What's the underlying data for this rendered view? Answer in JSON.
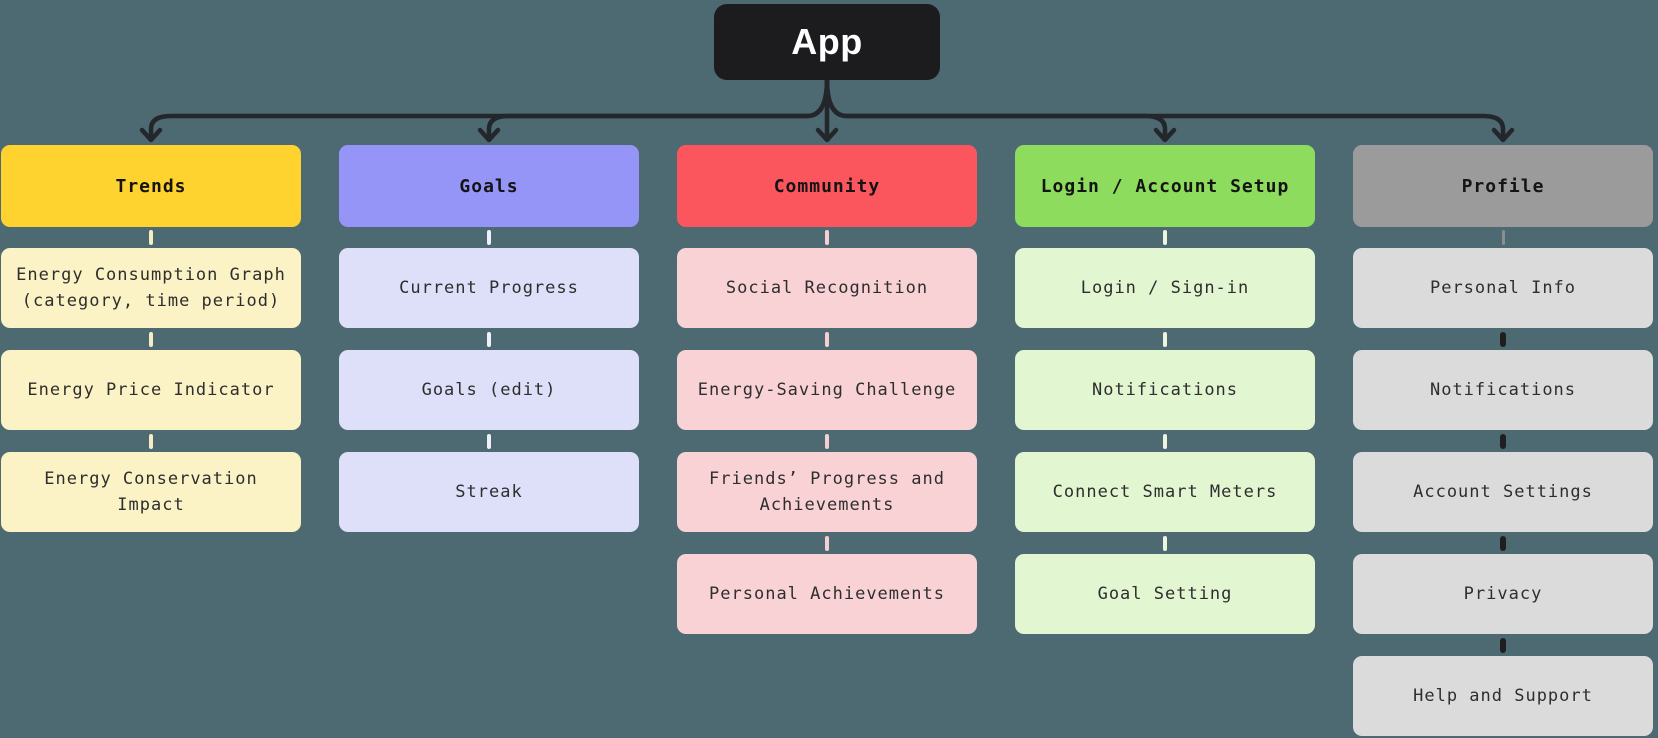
{
  "diagram": {
    "root": {
      "label": "App"
    },
    "columns": [
      {
        "title": "Trends",
        "items": [
          "Energy Consumption Graph (category, time period)",
          "Energy Price Indicator",
          "Energy Conservation Impact"
        ],
        "colors": {
          "header_bg": "#ffd32f",
          "item_bg": "#fbf2c5",
          "dash": "#f6edc3",
          "dash_first": "#f6edc3"
        }
      },
      {
        "title": "Goals",
        "items": [
          "Current Progress",
          "Goals (edit)",
          "Streak"
        ],
        "colors": {
          "header_bg": "#9495f6",
          "item_bg": "#dedff8",
          "dash": "#f0f0fb",
          "dash_first": "#f0f0fb"
        }
      },
      {
        "title": "Community",
        "items": [
          "Social Recognition",
          "Energy-Saving Challenge",
          "Friends’ Progress and Achievements",
          "Personal Achievements"
        ],
        "colors": {
          "header_bg": "#fb565e",
          "item_bg": "#f9d2d6",
          "dash": "#f7ced3",
          "dash_first": "#f7ced3"
        }
      },
      {
        "title": "Login / Account Setup",
        "items": [
          "Login / Sign-in",
          "Notifications",
          "Connect Smart Meters",
          "Goal Setting"
        ],
        "colors": {
          "header_bg": "#8edc5d",
          "item_bg": "#e3f6d2",
          "dash": "#edf5de",
          "dash_first": "#edf5de"
        }
      },
      {
        "title": "Profile",
        "items": [
          "Personal Info",
          "Notifications",
          "Account Settings",
          "Privacy",
          "Help and Support"
        ],
        "colors": {
          "header_bg": "#9b9b9b",
          "item_bg": "#dbdbdb",
          "dash": "#1f1f1f",
          "dash_first": "#8d8d8d"
        }
      }
    ],
    "colors": {
      "background": "#4d6972",
      "edge": "#23262a",
      "root_bg": "#1c1c1e",
      "root_text": "#ffffff"
    }
  }
}
